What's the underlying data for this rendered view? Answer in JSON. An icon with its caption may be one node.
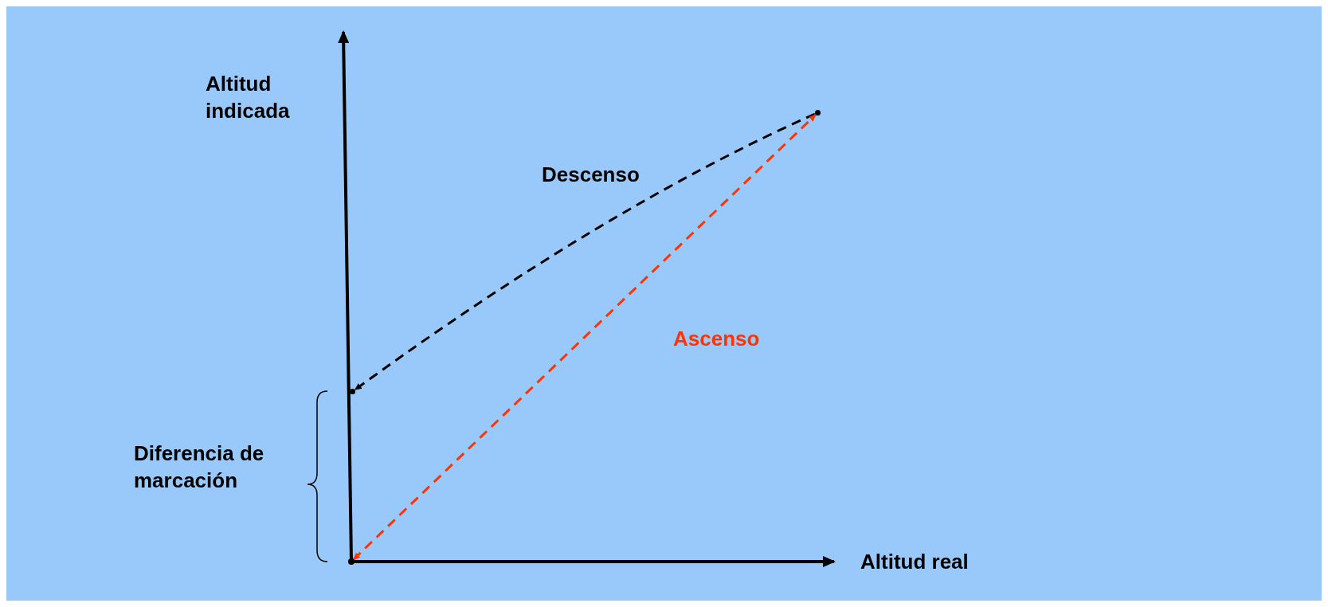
{
  "diagram": {
    "nodes": [
      {
        "text": [
          "Altitud indicada"
        ]
      },
      {
        "text": [
          "Altitud real"
        ]
      },
      {
        "text": [
          "Diferencia de marcación"
        ]
      },
      {
        "text": [],
        "shape": "point"
      },
      {
        "text": [],
        "shape": "point"
      },
      {
        "text": [],
        "shape": "point"
      }
    ],
    "edges": [
      {
        "from": 3,
        "to": 5,
        "arrow": "to",
        "label": "Descenso",
        "style": "dashed"
      },
      {
        "from": 4,
        "to": 3,
        "arrow": "both",
        "label": "Ascenso",
        "style": "dashed",
        "color": "#ff3300"
      }
    ]
  }
}
